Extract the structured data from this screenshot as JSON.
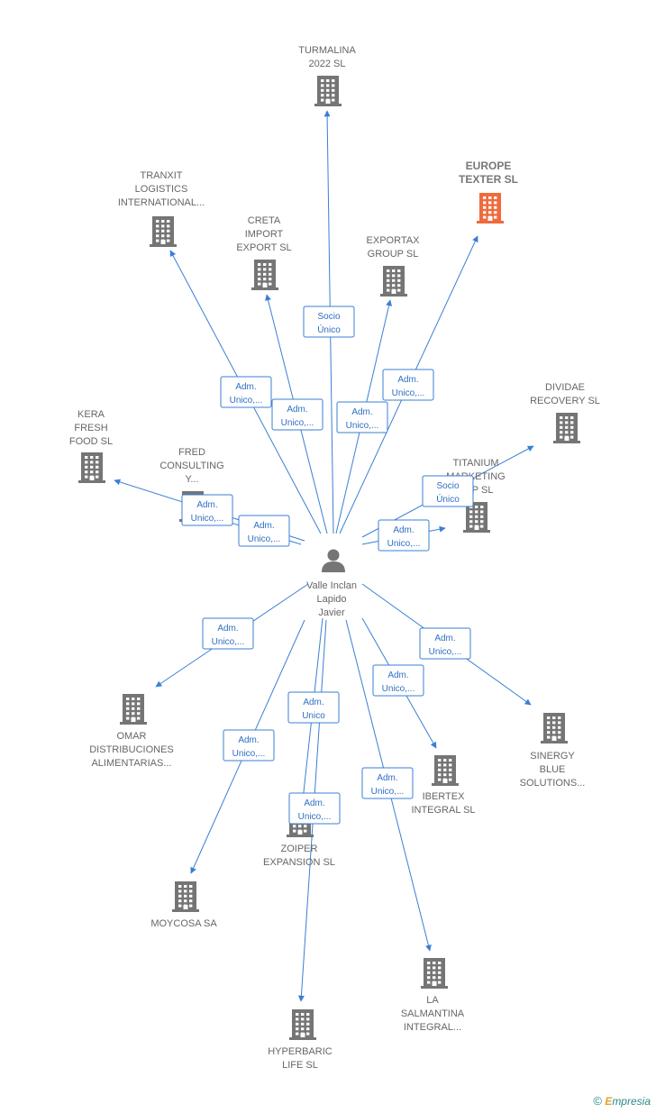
{
  "colors": {
    "edge": "#3a7fd5",
    "building": "#757575",
    "building_highlight": "#f06a3d",
    "person": "#757575"
  },
  "center": {
    "id": "valle",
    "label": [
      "Valle Inclan",
      "Lapido",
      "Javier"
    ],
    "icon": "person-icon"
  },
  "nodes": [
    {
      "id": "turmalina",
      "label": [
        "TURMALINA",
        "2022  SL"
      ],
      "highlight": false
    },
    {
      "id": "europe",
      "label": [
        "EUROPE",
        "TEXTER  SL"
      ],
      "highlight": true
    },
    {
      "id": "tranxit",
      "label": [
        "TRANXIT",
        "LOGISTICS",
        "INTERNATIONAL..."
      ],
      "highlight": false
    },
    {
      "id": "creta",
      "label": [
        "CRETA",
        "IMPORT",
        "EXPORT  SL"
      ],
      "highlight": false
    },
    {
      "id": "exportax",
      "label": [
        "EXPORTAX",
        "GROUP  SL"
      ],
      "highlight": false
    },
    {
      "id": "dividae",
      "label": [
        "DIVIDAE",
        "RECOVERY  SL"
      ],
      "highlight": false
    },
    {
      "id": "kera",
      "label": [
        "KERA",
        "FRESH",
        "FOOD  SL"
      ],
      "highlight": false
    },
    {
      "id": "fred",
      "label": [
        "FRED",
        "CONSULTING",
        "Y..."
      ],
      "highlight": false
    },
    {
      "id": "titanium",
      "label": [
        "TITANIUM",
        "MARKETING",
        "RPP  SL"
      ],
      "highlight": false
    },
    {
      "id": "omar",
      "label": [
        "OMAR",
        "DISTRIBUCIONES",
        "ALIMENTARIAS..."
      ],
      "highlight": false
    },
    {
      "id": "sinergy",
      "label": [
        "SINERGY",
        "BLUE",
        "SOLUTIONS..."
      ],
      "highlight": false
    },
    {
      "id": "ibertex",
      "label": [
        "IBERTEX",
        "INTEGRAL  SL"
      ],
      "highlight": false
    },
    {
      "id": "zoiper",
      "label": [
        "ZOIPER",
        "EXPANSION  SL"
      ],
      "highlight": false
    },
    {
      "id": "moycosa",
      "label": [
        "MOYCOSA SA"
      ],
      "highlight": false
    },
    {
      "id": "lasalmantina",
      "label": [
        "LA",
        "SALMANTINA",
        "INTEGRAL..."
      ],
      "highlight": false
    },
    {
      "id": "hyperbaric",
      "label": [
        "HYPERBARIC",
        "LIFE  SL"
      ],
      "highlight": false
    }
  ],
  "edges": [
    {
      "to": "turmalina",
      "label": [
        "Socio",
        "Único"
      ]
    },
    {
      "to": "europe",
      "label": [
        "Adm.",
        "Unico,..."
      ]
    },
    {
      "to": "tranxit",
      "label": [
        "Adm.",
        "Unico,..."
      ]
    },
    {
      "to": "creta",
      "label": [
        "Adm.",
        "Unico,..."
      ]
    },
    {
      "to": "exportax",
      "label": [
        "Adm.",
        "Unico,..."
      ]
    },
    {
      "to": "dividae",
      "label": [
        "Socio",
        "Único"
      ]
    },
    {
      "to": "kera",
      "label": [
        "Adm.",
        "Unico,..."
      ]
    },
    {
      "to": "fred",
      "label": [
        "Adm.",
        "Unico,..."
      ]
    },
    {
      "to": "titanium",
      "label": [
        "Adm.",
        "Unico,..."
      ]
    },
    {
      "to": "omar",
      "label": [
        "Adm.",
        "Unico,..."
      ]
    },
    {
      "to": "sinergy",
      "label": [
        "Adm.",
        "Unico,..."
      ]
    },
    {
      "to": "ibertex",
      "label": [
        "Adm.",
        "Unico,..."
      ]
    },
    {
      "to": "zoiper",
      "label": [
        "Adm.",
        "Unico"
      ]
    },
    {
      "to": "moycosa",
      "label": [
        "Adm.",
        "Unico,..."
      ]
    },
    {
      "to": "lasalmantina",
      "label": [
        "Adm.",
        "Unico,..."
      ]
    },
    {
      "to": "hyperbaric",
      "label": [
        "Adm.",
        "Unico,..."
      ]
    }
  ],
  "watermark": {
    "copyright": "©",
    "brand_first": "E",
    "brand_rest": "mpresia"
  }
}
